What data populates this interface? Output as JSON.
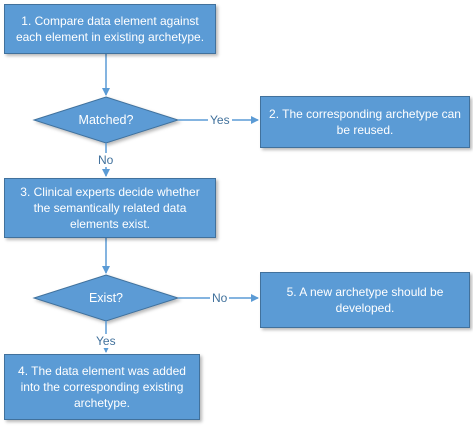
{
  "nodes": {
    "step1": "1. Compare data element against each element in existing archetype.",
    "decision1": "Matched?",
    "step2": "2. The corresponding archetype can be reused.",
    "step3": "3. Clinical experts decide whether the semantically related data elements exist.",
    "decision2": "Exist?",
    "step5": "5. A new archetype should be developed.",
    "step4": "4. The data element was added into the corresponding existing archetype."
  },
  "edges": {
    "d1_yes": "Yes",
    "d1_no": "No",
    "d2_no": "No",
    "d2_yes": "Yes"
  },
  "colors": {
    "fill": "#5b9bd5",
    "stroke": "#41719c",
    "connector": "#5b9bd5",
    "label": "#41719c"
  }
}
